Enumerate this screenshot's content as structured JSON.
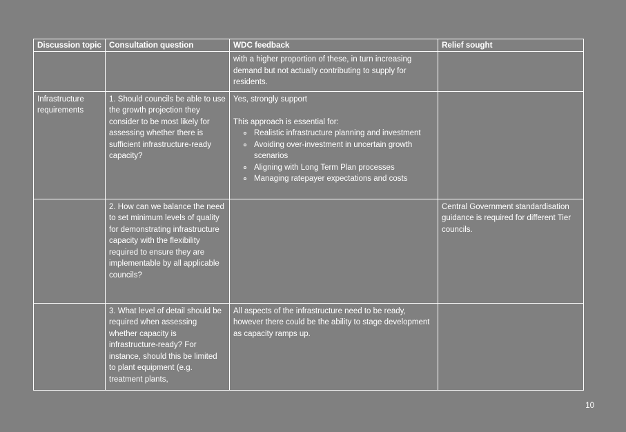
{
  "document": {
    "page_number": "10",
    "table": {
      "headers": [
        "Discussion topic",
        "Consultation question",
        "WDC feedback",
        "Relief sought"
      ],
      "rows": [
        {
          "topic": "",
          "question": "",
          "feedback_intro": "with a higher proportion of these, in turn increasing demand but not actually contributing to supply for residents.",
          "feedback_lead": "",
          "feedback_bullets": [],
          "relief": ""
        },
        {
          "topic": "Infrastructure requirements",
          "question": "1. Should councils be able to use the growth projection they consider to be most likely for assessing whether there is sufficient infrastructure-ready capacity?",
          "feedback_intro": "Yes, strongly support",
          "feedback_lead": "This approach is essential for:",
          "feedback_bullets": [
            "Realistic infrastructure planning and investment",
            "Avoiding over-investment in uncertain growth scenarios",
            "Aligning with Long Term Plan processes",
            "Managing ratepayer expectations and costs"
          ],
          "relief": ""
        },
        {
          "topic": "",
          "question": "2. How can we balance the need to set minimum levels of quality for demonstrating infrastructure capacity with the flexibility required to ensure they are implementable by all applicable councils?",
          "feedback_intro": "",
          "feedback_lead": "",
          "feedback_bullets": [],
          "relief": "Central Government standardisation guidance is required for different Tier councils."
        },
        {
          "topic": "",
          "question": "3. What level of detail should be required when assessing whether capacity is infrastructure-ready? For instance, should this be limited to plant equipment (e.g. treatment plants,",
          "feedback_intro": "All aspects of the infrastructure need to be ready, however there could be the ability to stage development as capacity ramps up.",
          "feedback_lead": "",
          "feedback_bullets": [],
          "relief": ""
        }
      ]
    }
  }
}
